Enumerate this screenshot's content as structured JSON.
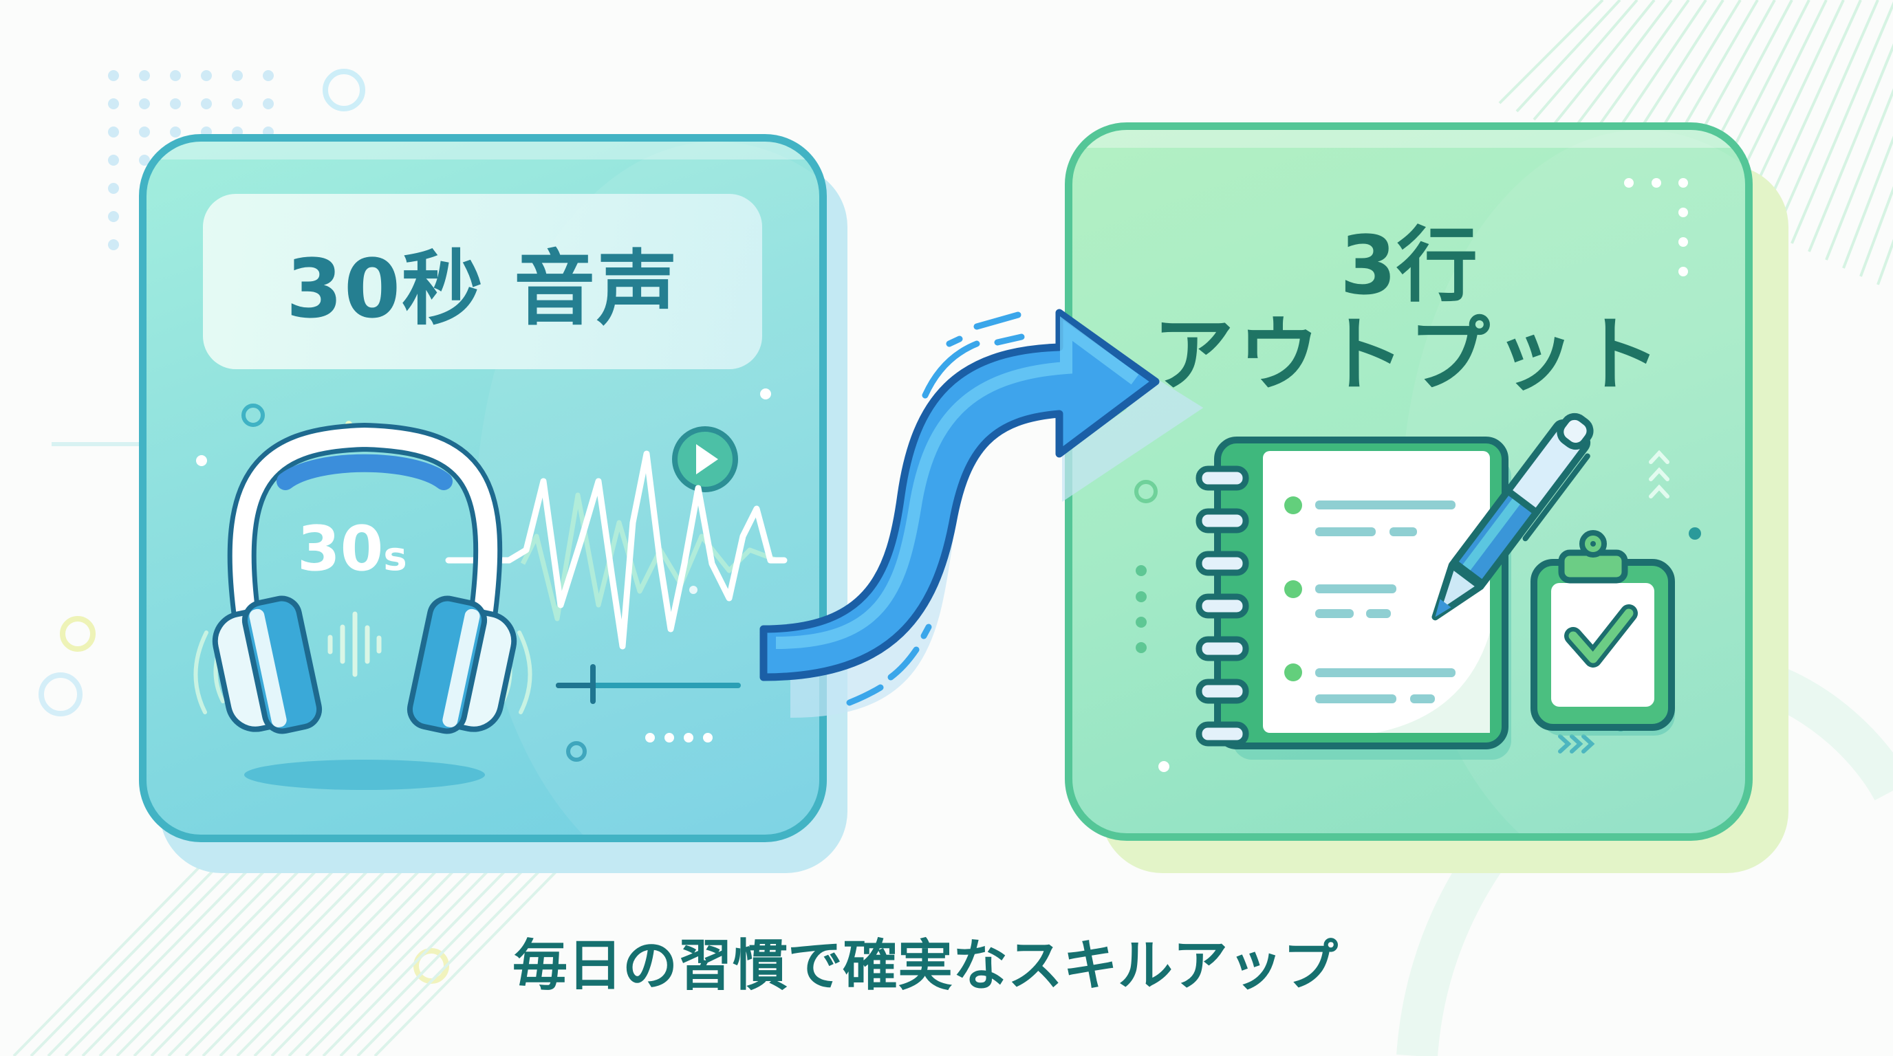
{
  "colors": {
    "background": "#fbfcfb",
    "left_card_border": "#42b3c4",
    "left_card_fill": "#8fe0df",
    "right_card_border": "#54c697",
    "right_card_fill": "#a5ebc6",
    "arrow_fill": "#3ea4ec",
    "arrow_outline": "#1b5fa6",
    "heading_teal": "#257f91",
    "heading_green": "#1f7464",
    "tagline": "#16706f"
  },
  "left_card": {
    "title": "30秒 音声",
    "duration_label": "30",
    "duration_unit": "s",
    "icons": [
      "headphones-icon",
      "sound-wave-icon",
      "play-button-icon",
      "audio-bars-icon",
      "timeline-slider-icon"
    ]
  },
  "flow_arrow": {
    "icon": "curved-arrow-right-icon"
  },
  "right_card": {
    "title_line1": "3行",
    "title_line2": "アウトプット",
    "notebook_lines": 3,
    "icons": [
      "spiral-notebook-icon",
      "pen-icon",
      "clipboard-check-icon",
      "chevrons-up-icon",
      "chevrons-right-icon"
    ]
  },
  "tagline": "毎日の習慣で確実なスキルアップ"
}
